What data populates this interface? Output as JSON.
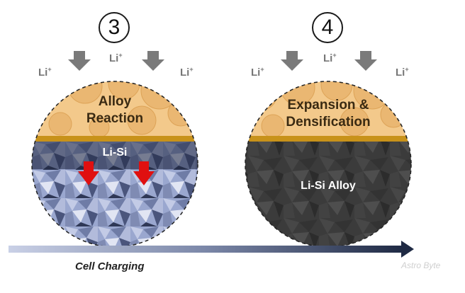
{
  "steps": [
    {
      "number": "3",
      "top_label_lines": [
        "Alloy",
        "Reaction"
      ],
      "bottom_label": "Li-Si"
    },
    {
      "number": "4",
      "top_label_lines": [
        "Expansion &",
        "Densification"
      ],
      "bottom_label": "Li-Si Alloy"
    }
  ],
  "ion_label": "Li",
  "ion_charge": "+",
  "axis_label": "Cell Charging",
  "watermark": "Astro Byte",
  "colors": {
    "alloy_top": "#f3c98b",
    "current_collector": "#c8921a",
    "silicon_grains": "#9aa7cf",
    "alloy_dense": "#3a3a3a",
    "arrow_gray": "#7a7a7a",
    "arrow_red": "#e01010"
  }
}
